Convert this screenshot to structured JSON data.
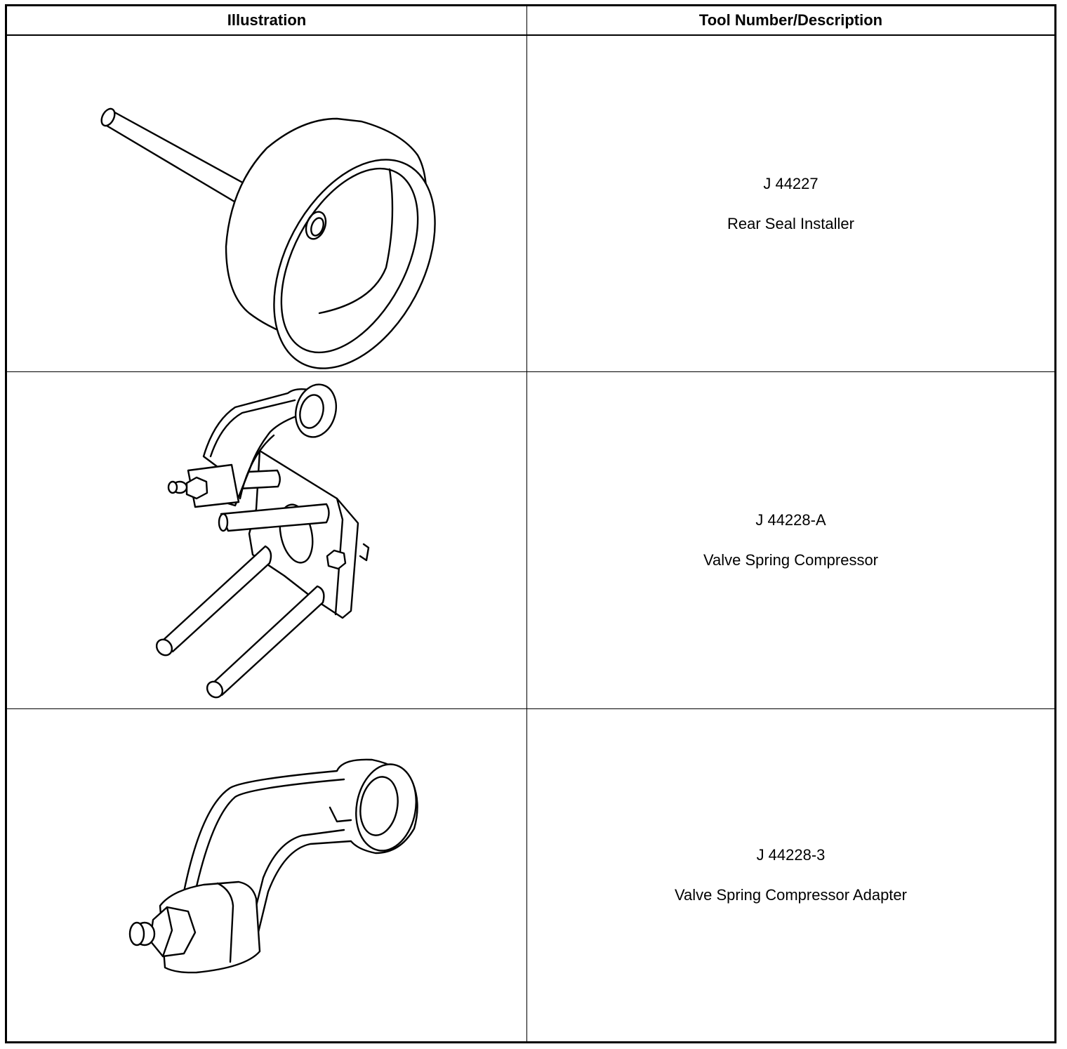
{
  "table": {
    "headers": {
      "illustration": "Illustration",
      "tool": "Tool Number/Description"
    },
    "rows": [
      {
        "tool_number": "J 44227",
        "description": "Rear Seal Installer",
        "illustration_icon": "rear-seal-installer-drawing"
      },
      {
        "tool_number": "J 44228-A",
        "description": "Valve Spring Compressor",
        "illustration_icon": "valve-spring-compressor-drawing"
      },
      {
        "tool_number": "J 44228-3",
        "description": "Valve Spring Compressor Adapter",
        "illustration_icon": "valve-spring-compressor-adapter-drawing"
      }
    ]
  }
}
